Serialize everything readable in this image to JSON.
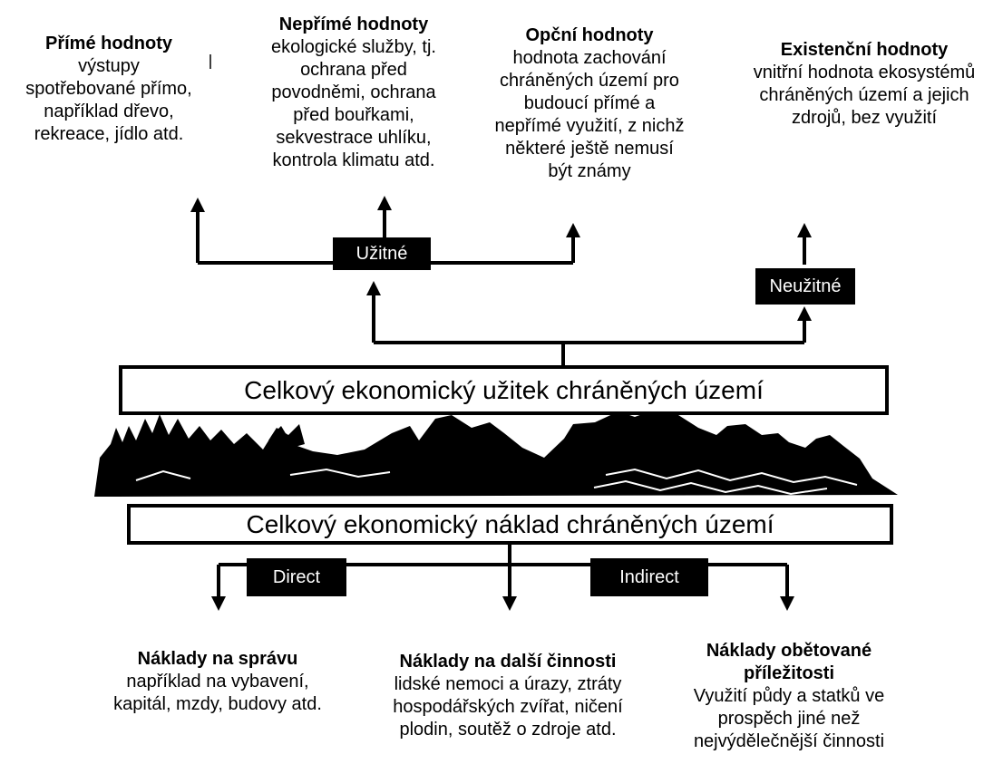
{
  "benefit_categories": [
    {
      "title": "Přímé hodnoty",
      "desc": "výstupy\nspotřebované přímo,\nnapříklad dřevo,\nrekreace, jídlo atd."
    },
    {
      "title": "Nepřímé hodnoty",
      "desc": "ekologické služby, tj.\nochrana před\npovodněmi, ochrana\npřed bouřkami,\nsekvestrace uhlíku,\nkontrola klimatu atd."
    },
    {
      "title": "Opční hodnoty",
      "desc": "hodnota zachování\nchráněných území pro\nbudoucí přímé a\nnepřímé využití, z nichž\nněkteré ještě nemusí\nbýt známy"
    },
    {
      "title": "Existenční hodnoty",
      "desc": "vnitřní hodnota ekosystémů\nchráněných území a jejich\nzdrojů, bez využití"
    }
  ],
  "labels": {
    "use": "Užitné",
    "non_use": "Neužitné",
    "total_benefit": "Celkový ekonomický užitek chráněných území",
    "total_cost": "Celkový ekonomický náklad chráněných území",
    "direct": "Direct",
    "indirect": "Indirect"
  },
  "cost_categories": [
    {
      "title": "Náklady na správu",
      "desc": "například na vybavení,\nkapitál, mzdy, budovy atd."
    },
    {
      "title": "Náklady na další činnosti",
      "desc": "lidské nemoci a úrazy, ztráty\nhospodářských zvířat, ničení\nplodin, soutěž o zdroje atd."
    },
    {
      "title": "Náklady obětované\npříležitosti",
      "desc": "Využití půdy a statků ve\nprospěch jiné než\nnejvýdělečnější činnosti"
    }
  ]
}
